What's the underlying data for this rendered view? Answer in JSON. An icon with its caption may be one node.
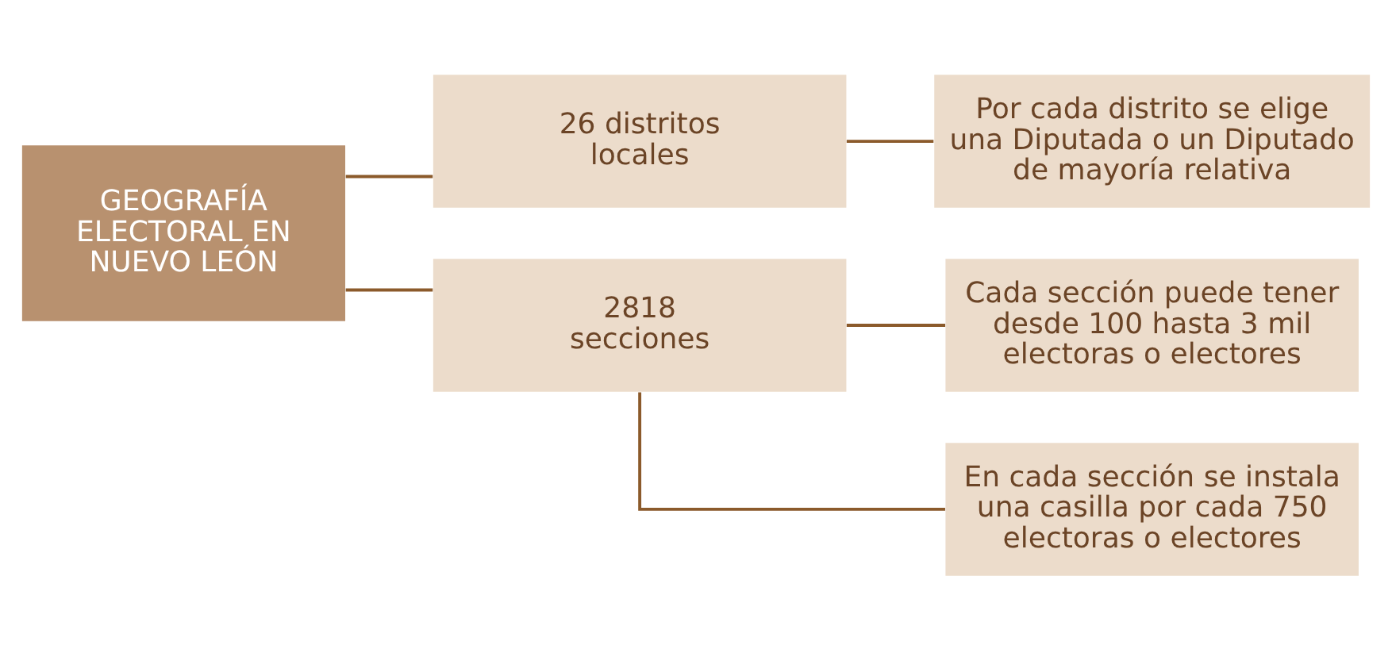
{
  "diagram": {
    "nodes": [
      {
        "text": [
          "GEOGRAFÍA ELECTORAL EN NUEVO LEÓN"
        ]
      },
      {
        "text": [
          "26 distritos locales"
        ]
      },
      {
        "text": [
          "Por cada distrito se elige una Diputada o un Diputado de mayoría relativa"
        ]
      },
      {
        "text": [
          "2818 secciones"
        ]
      },
      {
        "text": [
          "Cada sección puede tener desde 100 hasta 3 mil electoras o electores"
        ]
      },
      {
        "text": [
          "En cada sección se instala una casilla por cada 750 electoras o electores"
        ]
      }
    ],
    "edges": [
      {
        "from": 0,
        "to": 1,
        "arrow": "none"
      },
      {
        "from": 0,
        "to": 3,
        "arrow": "none"
      },
      {
        "from": 1,
        "to": 2,
        "arrow": "none"
      },
      {
        "from": 3,
        "to": 4,
        "arrow": "none"
      },
      {
        "from": 3,
        "to": 5,
        "arrow": "none"
      }
    ]
  }
}
